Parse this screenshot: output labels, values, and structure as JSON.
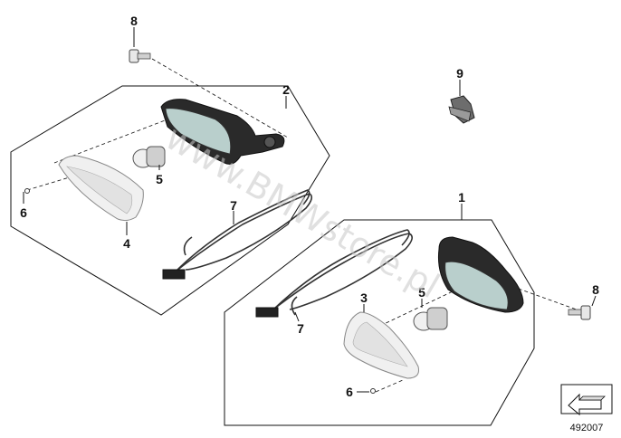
{
  "diagram": {
    "callouts": [
      {
        "id": "c8a",
        "label": "8"
      },
      {
        "id": "c2",
        "label": "2"
      },
      {
        "id": "c9",
        "label": "9"
      },
      {
        "id": "c5a",
        "label": "5"
      },
      {
        "id": "c6a",
        "label": "6"
      },
      {
        "id": "c4",
        "label": "4"
      },
      {
        "id": "c7a",
        "label": "7"
      },
      {
        "id": "c1",
        "label": "1"
      },
      {
        "id": "c3",
        "label": "3"
      },
      {
        "id": "c5b",
        "label": "5"
      },
      {
        "id": "c7b",
        "label": "7"
      },
      {
        "id": "c8b",
        "label": "8"
      },
      {
        "id": "c6b",
        "label": "6"
      }
    ],
    "document_number": "492007",
    "watermark": "www.BMWstore.pl"
  }
}
